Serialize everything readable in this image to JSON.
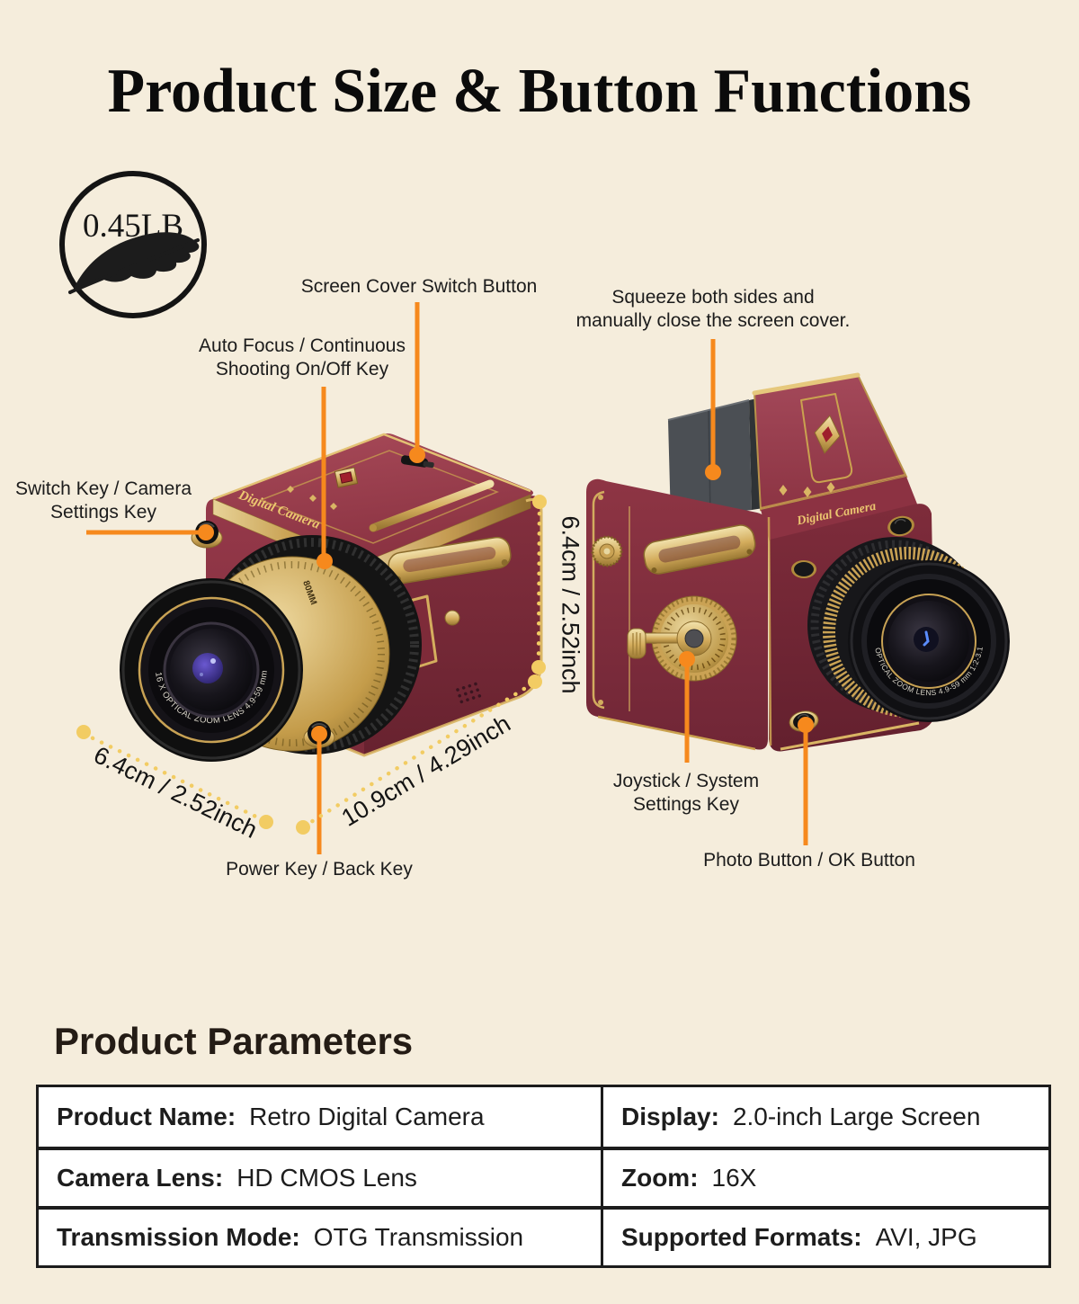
{
  "page": {
    "background": "#f5eddc",
    "accent_orange": "#f6891d",
    "accent_yellow": "#f2cc63"
  },
  "title": "Product Size & Button Functions",
  "weight_badge": {
    "label": "0.45LB"
  },
  "callouts": {
    "screen_cover": "Screen Cover Switch Button",
    "auto_focus": {
      "line1": "Auto Focus / Continuous",
      "line2": "Shooting On/Off Key"
    },
    "switch_key": {
      "line1": "Switch Key / Camera",
      "line2": "Settings Key"
    },
    "squeeze": {
      "line1": "Squeeze both sides and",
      "line2": "manually close the screen cover."
    },
    "joystick": {
      "line1": "Joystick / System",
      "line2": "Settings Key"
    },
    "power_key": "Power Key / Back Key",
    "photo_button": "Photo Button / OK Button"
  },
  "dimensions": {
    "height": "6.4cm / 2.52inch",
    "depth": "6.4cm / 2.52inch",
    "width": "10.9cm / 4.29inch"
  },
  "camera": {
    "brand_script": "Digital Camera",
    "lens_ring_text": "16 X OPTICAL ZOOM LENS 4.9-59 mm",
    "lens_ring_text_right": "OPTICAL ZOOM LENS 4.9-59 mm 1:2-3.1",
    "focal_text": "80MM"
  },
  "parameters": {
    "heading": "Product Parameters",
    "rows": [
      {
        "left_label": "Product Name:",
        "left_value": "Retro Digital Camera",
        "right_label": "Display:",
        "right_value": "2.0-inch Large Screen"
      },
      {
        "left_label": "Camera Lens:",
        "left_value": "HD CMOS Lens",
        "right_label": "Zoom:",
        "right_value": "16X"
      },
      {
        "left_label": "Transmission Mode:",
        "left_value": "OTG Transmission",
        "right_label": "Supported Formats:",
        "right_value": "AVI, JPG"
      }
    ]
  }
}
